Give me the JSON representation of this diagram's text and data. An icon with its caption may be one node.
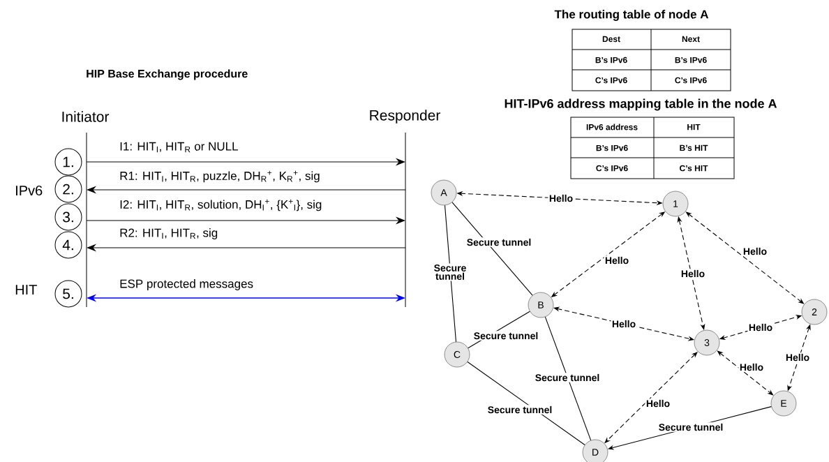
{
  "diagram": {
    "nodes": [
      {
        "text": [
          "Initiator"
        ]
      },
      {
        "text": [
          "Responder"
        ]
      },
      {
        "text": [
          "1."
        ]
      },
      {
        "text": [
          "2."
        ]
      },
      {
        "text": [
          "3."
        ]
      },
      {
        "text": [
          "4."
        ]
      },
      {
        "text": [
          "5."
        ]
      },
      {
        "text": [
          "A"
        ]
      },
      {
        "text": [
          "1"
        ]
      },
      {
        "text": [
          "B"
        ]
      },
      {
        "text": [
          "2"
        ]
      },
      {
        "text": [
          "C"
        ]
      },
      {
        "text": [
          "3"
        ]
      },
      {
        "text": [
          "E"
        ]
      },
      {
        "text": [
          "D"
        ]
      }
    ],
    "edges": [
      {
        "from": 0,
        "to": 1,
        "arrow": "to",
        "label": "I1: HIT$_{I}$, HIT$_{R}$ or NULL"
      },
      {
        "from": 1,
        "to": 0,
        "arrow": "to",
        "label": "R1: HIT$_{I}$, HIT$_{R}$, puzzle, DH$_{R}$$^{+}$, K$_{R}$$^{+}$, sig"
      },
      {
        "from": 0,
        "to": 1,
        "arrow": "to",
        "label": "I2: HIT$_{I}$, HIT$_{R}$, solution, DH$_{I}$$^{+}$, {K$^{+}$$_{I}$}, sig"
      },
      {
        "from": 1,
        "to": 0,
        "arrow": "to",
        "label": "R2: HIT$_{I}$, HIT$_{R}$, sig"
      },
      {
        "from": 0,
        "to": 1,
        "arrow": "both",
        "label": "ESP protected messages",
        "color": "#0000ff"
      },
      {
        "from": 7,
        "to": 8,
        "arrow": "both",
        "style": "dashed",
        "label": "Hello"
      },
      {
        "from": 7,
        "to": 9,
        "arrow": "none",
        "label": "Secure tunnel"
      },
      {
        "from": 7,
        "to": 11,
        "arrow": "none",
        "label": "Secure tunnel"
      },
      {
        "from": 8,
        "to": 9,
        "arrow": "both",
        "style": "dashed",
        "label": "Hello"
      },
      {
        "from": 8,
        "to": 12,
        "arrow": "both",
        "style": "dashed",
        "label": "Hello"
      },
      {
        "from": 8,
        "to": 10,
        "arrow": "both",
        "style": "dashed",
        "label": "Hello"
      },
      {
        "from": 9,
        "to": 12,
        "arrow": "both",
        "style": "dashed",
        "label": "Hello"
      },
      {
        "from": 9,
        "to": 11,
        "arrow": "none",
        "label": "Secure tunnel"
      },
      {
        "from": 9,
        "to": 14,
        "arrow": "none",
        "label": "Secure tunnel"
      },
      {
        "from": 11,
        "to": 14,
        "arrow": "none",
        "label": "Secure tunnel"
      },
      {
        "from": 12,
        "to": 10,
        "arrow": "both",
        "style": "dashed",
        "label": "Hello"
      },
      {
        "from": 12,
        "to": 13,
        "arrow": "both",
        "style": "dashed",
        "label": "Hello"
      },
      {
        "from": 10,
        "to": 13,
        "arrow": "both",
        "style": "dashed",
        "label": "Hello"
      },
      {
        "from": 12,
        "to": 14,
        "arrow": "both",
        "style": "dashed",
        "label": "Hello"
      },
      {
        "from": 13,
        "to": 14,
        "arrow": "to",
        "label": "Secure tunnel"
      }
    ],
    "labels": [
      "The routing table of node A",
      "Dest",
      "Next",
      "B’s IPv6",
      "B’s IPv6",
      "C’s IPv6",
      "C’s IPv6",
      "HIP Base Exchange procedure",
      "HIT-IPv6 address mapping table in the node A",
      "IPv6 address",
      "HIT",
      "B’s IPv6",
      "B’s HIT",
      "C’s IPv6",
      "C’s HIT",
      "IPv6",
      "HIT"
    ]
  }
}
